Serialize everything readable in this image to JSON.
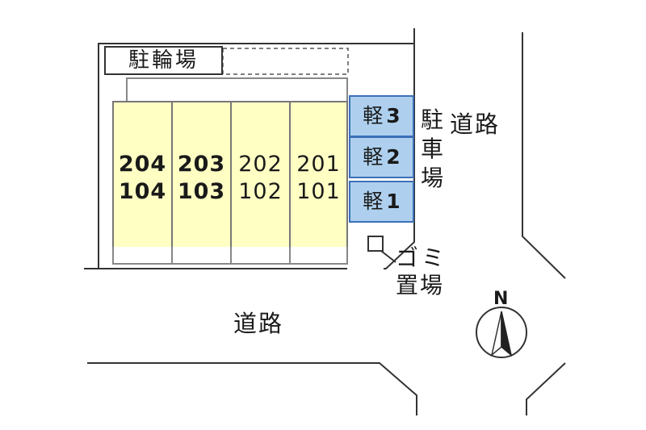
{
  "bicycle_parking": "駐輪場",
  "units": [
    {
      "upper": "204",
      "lower": "104",
      "bold": true
    },
    {
      "upper": "203",
      "lower": "103",
      "bold": true
    },
    {
      "upper": "202",
      "lower": "102",
      "bold": false
    },
    {
      "upper": "201",
      "lower": "101",
      "bold": false
    }
  ],
  "parking": {
    "kei_label": "軽",
    "spaces": [
      {
        "num": "3"
      },
      {
        "num": "2"
      },
      {
        "num": "1"
      }
    ],
    "label_chars": [
      "駐",
      "車",
      "場"
    ]
  },
  "garbage": {
    "line1": "ゴミ",
    "line2": "置場"
  },
  "road_east": "道路",
  "road_south": "道路",
  "compass": {
    "label": "N"
  },
  "colors": {
    "unit_fill": "#ffffc4",
    "parking_fill": "#aed0ee",
    "parking_border": "#3b6fb6"
  }
}
